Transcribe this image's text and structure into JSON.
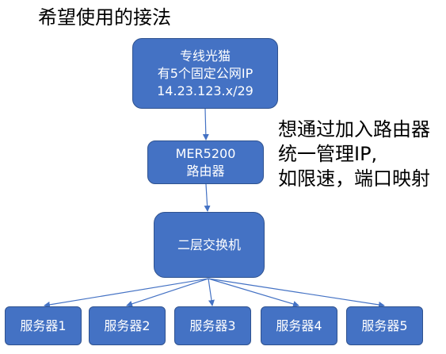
{
  "title": "希望使用的接法",
  "nodes": {
    "modem": {
      "line1": "专线光猫",
      "line2": "有5个固定公网IP",
      "line3": "14.23.123.x/29"
    },
    "router": {
      "line1": "MER5200",
      "line2": "路由器"
    },
    "switch": {
      "label": "二层交换机"
    },
    "servers": [
      {
        "label": "服务器1"
      },
      {
        "label": "服务器2"
      },
      {
        "label": "服务器3"
      },
      {
        "label": "服务器4"
      },
      {
        "label": "服务器5"
      }
    ]
  },
  "note": {
    "lines": [
      "想通过加入路由器",
      "统一管理IP,",
      "如限速，端口映射"
    ]
  },
  "colors": {
    "box_fill": "#4472c4",
    "box_border": "#2f528f",
    "connector": "#4472c4",
    "text_on_box": "#ffffff"
  }
}
